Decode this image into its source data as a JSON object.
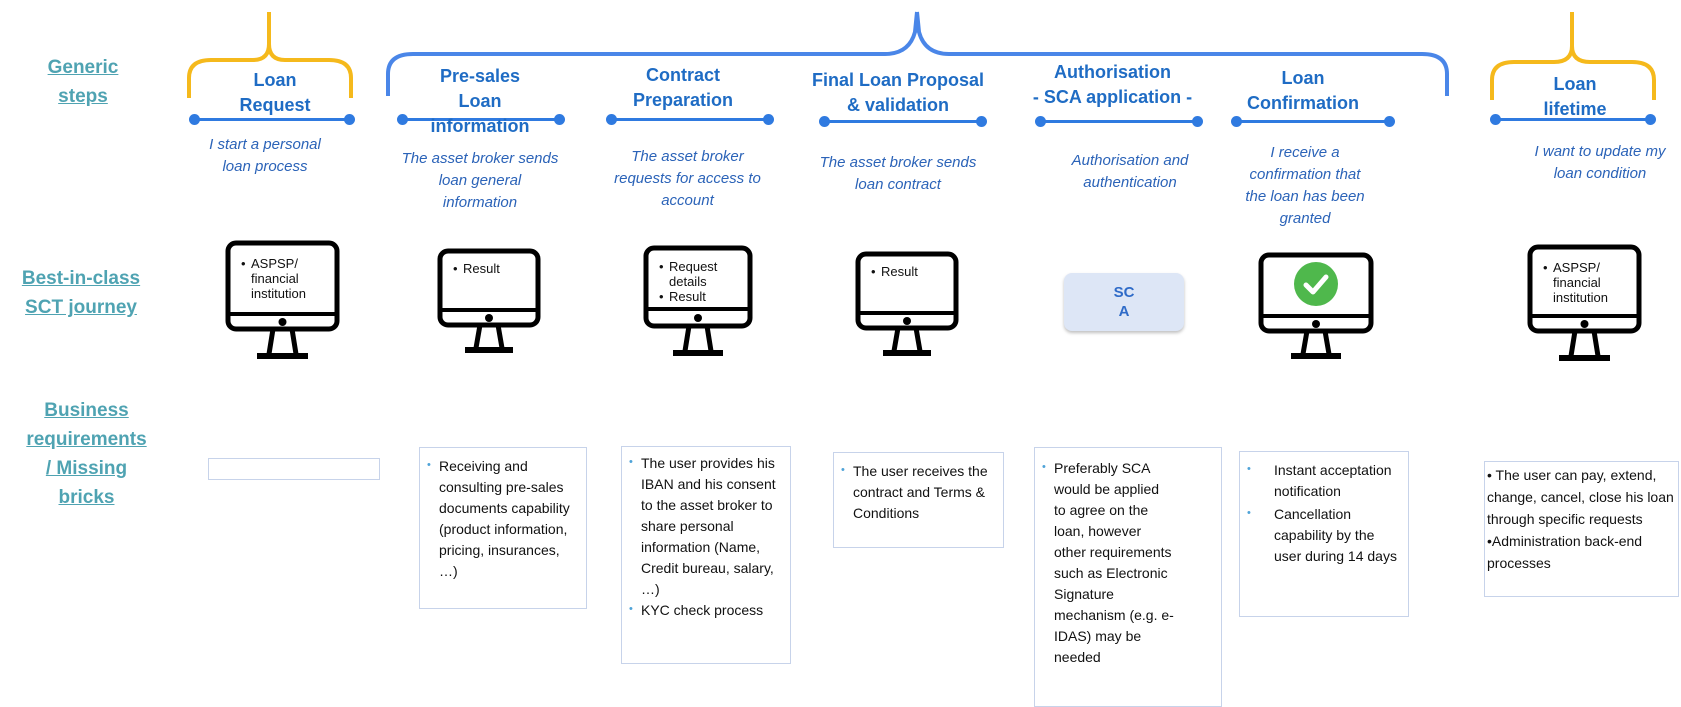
{
  "row_labels": {
    "generic": [
      "Generic",
      "steps"
    ],
    "journey": [
      "Best-in-class",
      "SCT journey"
    ],
    "business": [
      "Business",
      "requirements",
      "/ Missing",
      "bricks"
    ]
  },
  "steps": [
    {
      "title": [
        "Loan",
        "Request"
      ],
      "desc": [
        "I start a personal",
        "loan process"
      ],
      "screen": [
        "ASPSP/",
        "financial",
        "institution"
      ],
      "requirements": []
    },
    {
      "title": [
        "Pre-sales",
        "Loan",
        "information"
      ],
      "desc": [
        "The asset broker sends",
        "loan general",
        "information"
      ],
      "screen": [
        "Result"
      ],
      "requirements": [
        "Receiving and consulting pre-sales documents capability  (product information, pricing, insurances, …)"
      ]
    },
    {
      "title": [
        "Contract",
        "Preparation"
      ],
      "desc": [
        "The asset broker",
        "requests for access to",
        "account"
      ],
      "screen": [
        "Request",
        "details",
        "Result"
      ],
      "requirements": [
        "The user provides his IBAN and his consent  to the asset broker to share personal information (Name, Credit bureau, salary, …)",
        "KYC check process"
      ]
    },
    {
      "title": [
        "Final Loan Proposal",
        "& validation"
      ],
      "desc": [
        "The asset broker sends",
        "loan contract"
      ],
      "screen": [
        "Result"
      ],
      "requirements": [
        "The user receives the contract and Terms & Conditions"
      ]
    },
    {
      "title": [
        "Authorisation",
        "-  SCA application -"
      ],
      "desc": [
        "Authorisation and",
        "authentication"
      ],
      "sca_label": [
        "SC",
        "A"
      ],
      "requirements": [
        "Preferably SCA would be applied to agree on the loan, however other requirements such as Electronic Signature mechanism (e.g. e-IDAS) may be needed"
      ]
    },
    {
      "title": [
        "Loan",
        "Confirmation"
      ],
      "desc": [
        "I receive a",
        "confirmation   that",
        "the loan has been",
        "granted"
      ],
      "screen_icon": "checkmark-icon",
      "requirements": [
        "Instant acceptation notification",
        "Cancellation capability by the user during 14 days"
      ]
    },
    {
      "title": [
        "Loan",
        "lifetime"
      ],
      "desc": [
        "I want to update my",
        "loan condition"
      ],
      "screen": [
        "ASPSP/",
        "financial",
        "institution"
      ],
      "requirements": [
        "• The user can pay, extend, change, cancel, close his loan through specific requests",
        "•Administration back-end processes"
      ]
    }
  ],
  "colors": {
    "brace_yellow": "#f5b91c",
    "brace_blue": "#4a86e8",
    "title_blue": "#1f6cc4",
    "row_label_teal": "#4fa3b2",
    "check_green": "#4fb84c"
  }
}
